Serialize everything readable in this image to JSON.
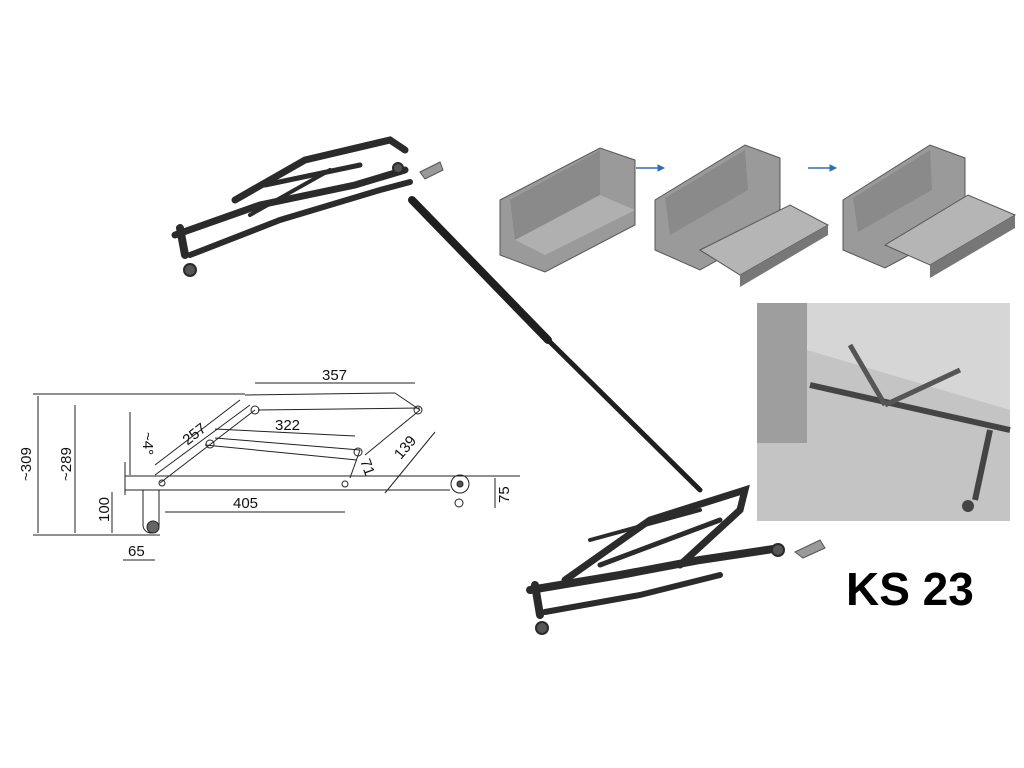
{
  "product": {
    "model": "KS 23"
  },
  "dimensions": {
    "top_span": "357",
    "inner_span": "322",
    "diagonal_arm": "257",
    "angle": "~4°",
    "right_arm": "139",
    "short_link": "71",
    "base_span": "405",
    "pivot_height": "75",
    "total_height": "~309",
    "frame_height": "~289",
    "wheel_height": "100",
    "wheel_offset": "65"
  },
  "colors": {
    "frame": "#2b2b2b",
    "sofa": "#8c8c8c",
    "arrow": "#2f6fb5",
    "photo_bg": "#b9b9b9"
  },
  "sequence_steps": 3
}
